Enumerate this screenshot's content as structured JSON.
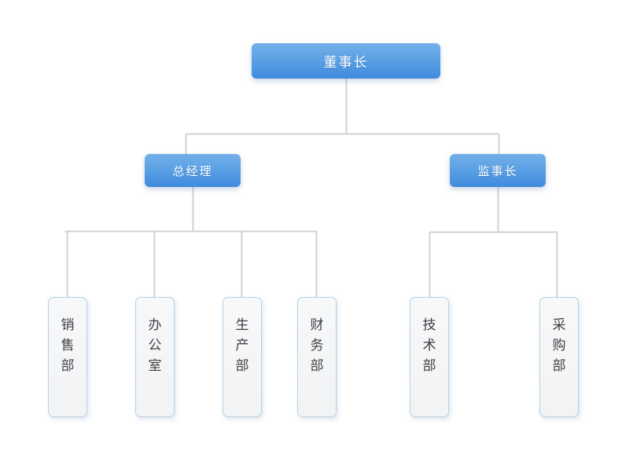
{
  "chart_data": {
    "type": "diagram",
    "diagram_type": "organization-chart",
    "title": "",
    "orientation": "top-down",
    "nodes": [
      {
        "id": "chairman",
        "label": "董事长",
        "level": 0,
        "style": "blue-gradient"
      },
      {
        "id": "gm",
        "label": "总经理",
        "level": 1,
        "style": "blue-gradient"
      },
      {
        "id": "supervisor",
        "label": "监事长",
        "level": 1,
        "style": "blue-gradient"
      },
      {
        "id": "dept-0",
        "label": "销售部",
        "level": 2,
        "style": "light-vertical"
      },
      {
        "id": "dept-1",
        "label": "办公室",
        "level": 2,
        "style": "light-vertical"
      },
      {
        "id": "dept-2",
        "label": "生产部",
        "level": 2,
        "style": "light-vertical"
      },
      {
        "id": "dept-3",
        "label": "财务部",
        "level": 2,
        "style": "light-vertical"
      },
      {
        "id": "dept-4",
        "label": "技术部",
        "level": 2,
        "style": "light-vertical"
      },
      {
        "id": "dept-5",
        "label": "采购部",
        "level": 2,
        "style": "light-vertical"
      }
    ],
    "edges": [
      {
        "from": "chairman",
        "to": "gm"
      },
      {
        "from": "chairman",
        "to": "supervisor"
      },
      {
        "from": "gm",
        "to": "dept-0"
      },
      {
        "from": "gm",
        "to": "dept-1"
      },
      {
        "from": "gm",
        "to": "dept-2"
      },
      {
        "from": "gm",
        "to": "dept-3"
      },
      {
        "from": "supervisor",
        "to": "dept-4"
      },
      {
        "from": "supervisor",
        "to": "dept-5"
      }
    ]
  },
  "chart": {
    "root": {
      "label": "董事长"
    },
    "branches": [
      {
        "head": {
          "label": "总经理"
        },
        "children": [
          {
            "label": "销售部"
          },
          {
            "label": "办公室"
          },
          {
            "label": "生产部"
          },
          {
            "label": "财务部"
          }
        ]
      },
      {
        "head": {
          "label": "监事长"
        },
        "children": [
          {
            "label": "技术部"
          },
          {
            "label": "采购部"
          }
        ]
      }
    ]
  },
  "colors": {
    "background": "#ffffff",
    "node_blue_top": "#74b0e8",
    "node_blue_bottom": "#3f8ade",
    "node_blue_text": "#ffffff",
    "node_light_fill": "#f4f5f6",
    "node_light_border": "#b5d2e6",
    "node_light_text": "#3f3f43",
    "connector": "#cfd2d4"
  }
}
